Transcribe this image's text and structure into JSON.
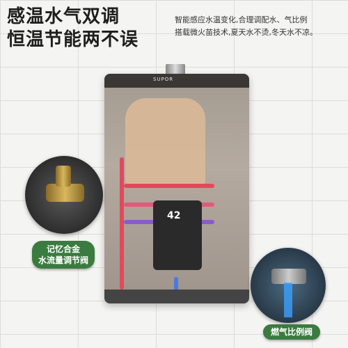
{
  "headline": {
    "line1": "感温水气双调",
    "line2": "恒温节能两不误"
  },
  "description": {
    "line1": "智能感应水温变化,合理调配水、气比例",
    "line2": "搭载微火苗技术,夏天水不烫,冬天水不凉。"
  },
  "heater": {
    "brand": "SUPOR",
    "display": "42"
  },
  "callouts": {
    "water_valve": {
      "line1": "记忆合金",
      "line2": "水流量调节阀"
    },
    "gas_valve": {
      "label": "燃气比例阀"
    }
  }
}
